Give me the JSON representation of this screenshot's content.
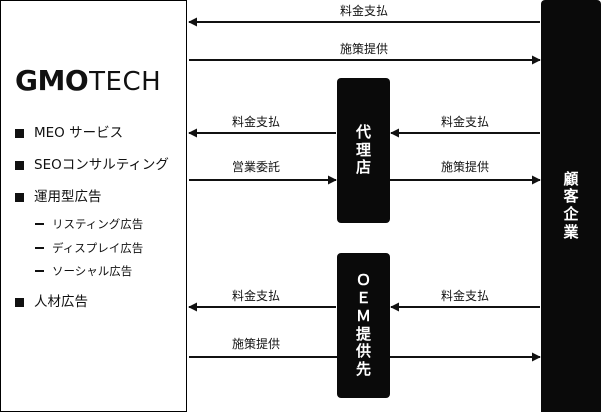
{
  "company": {
    "logo_strong": "GMO",
    "logo_light": "TECH",
    "services": [
      {
        "label": "MEO サービス"
      },
      {
        "label": "SEOコンサルティング"
      },
      {
        "label": "運用型広告"
      },
      {
        "label": "人材広告"
      }
    ],
    "sub_services": [
      {
        "label": "リスティング広告"
      },
      {
        "label": "ディスプレイ広告"
      },
      {
        "label": "ソーシャル広告"
      }
    ]
  },
  "nodes": {
    "customer": [
      "顧",
      "客",
      "企",
      "業"
    ],
    "agency": [
      "代",
      "理",
      "店"
    ],
    "oem": [
      "Ｏ",
      "Ｅ",
      "Ｍ",
      "提",
      "供",
      "先"
    ]
  },
  "flows": {
    "top_payment": "料金支払",
    "top_provision": "施策提供",
    "agency_payment_left": "料金支払",
    "agency_payment_right": "料金支払",
    "agency_commission": "営業委託",
    "agency_provision": "施策提供",
    "oem_payment_left": "料金支払",
    "oem_payment_right": "料金支払",
    "oem_provision": "施策提供"
  },
  "colors": {
    "box_fill": "#0a0a0a",
    "text_on_box": "#ffffff",
    "line": "#111111"
  }
}
